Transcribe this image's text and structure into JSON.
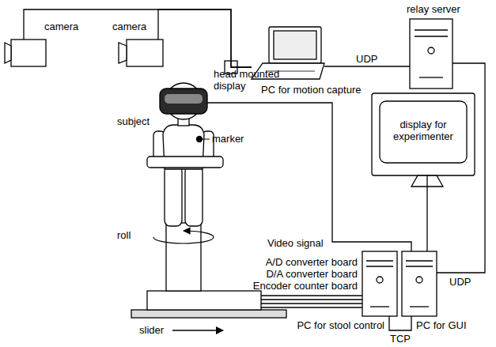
{
  "diagram": {
    "nodes": [
      {
        "text": [
          "camera"
        ]
      },
      {
        "text": [
          "camera"
        ]
      },
      {
        "text": [
          "relay server"
        ]
      },
      {
        "text": [
          "PC for motion capture"
        ]
      },
      {
        "text": [
          "head mounted display"
        ]
      },
      {
        "text": [
          "display for experimenter"
        ]
      },
      {
        "text": [
          "A/D converter board",
          "D/A converter board",
          "Encoder counter board",
          "PC for stool control"
        ]
      },
      {
        "text": [
          "PC for GUI"
        ]
      }
    ],
    "edges": [
      {
        "from": 0,
        "to": 3,
        "arrow": "none"
      },
      {
        "from": 1,
        "to": 3,
        "arrow": "none"
      },
      {
        "from": 3,
        "to": 2,
        "label": "UDP",
        "arrow": "none"
      },
      {
        "from": 2,
        "to": 7,
        "label": "UDP",
        "arrow": "none"
      },
      {
        "from": 4,
        "to": 7,
        "label": "Video signal",
        "arrow": "none"
      },
      {
        "from": 5,
        "to": 7,
        "arrow": "none"
      },
      {
        "from": 6,
        "to": 7,
        "label": "TCP",
        "arrow": "none"
      }
    ],
    "labels": [
      "subject",
      "marker",
      "roll",
      "slider"
    ]
  }
}
